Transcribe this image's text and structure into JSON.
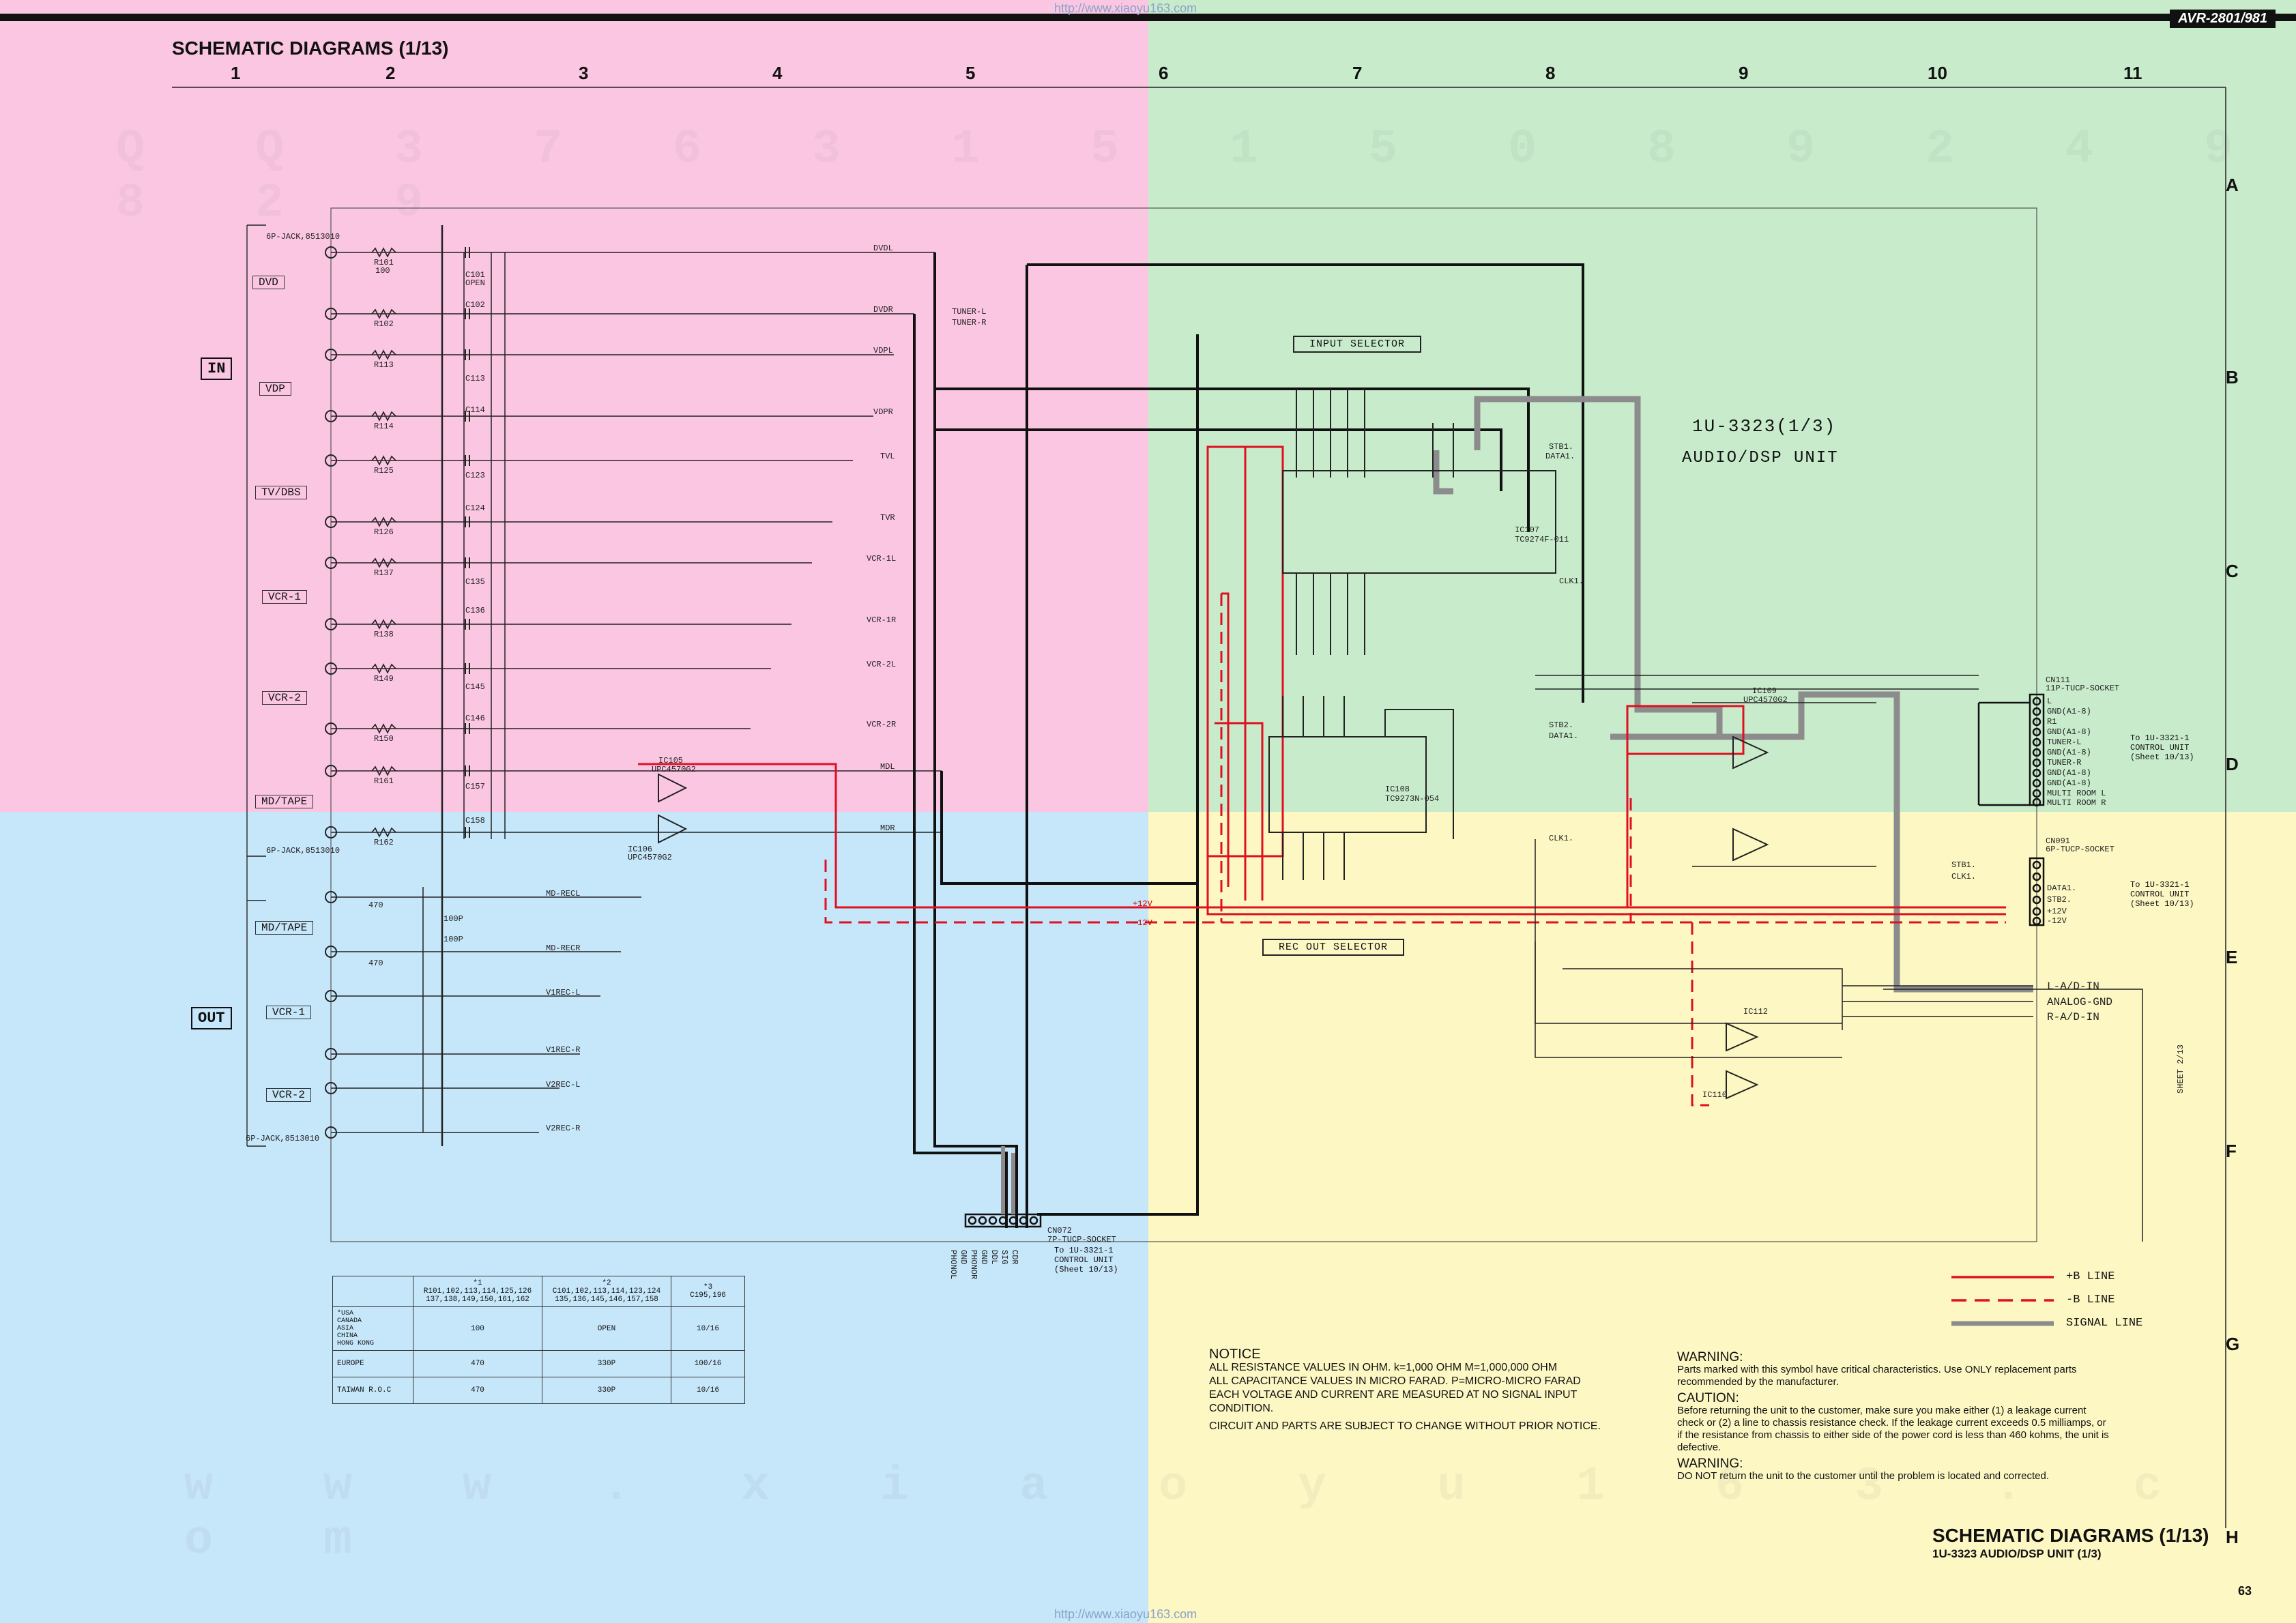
{
  "colors": {
    "top_left_bg": "#fbc6e2",
    "top_right_bg": "#c8ebcc",
    "bottom_left_bg": "#c6e6fa",
    "bottom_right_bg": "#fcf7c3",
    "b_line": "#e01020",
    "signal_line": "#8c8c8c"
  },
  "header": {
    "model": "AVR-2801/981",
    "url_top": "http://www.xiaoyu163.com",
    "url_bottom": "http://www.xiaoyu163.com",
    "sheet_title": "SCHEMATIC DIAGRAMS  (1/13)"
  },
  "grid": {
    "columns": [
      "1",
      "2",
      "3",
      "4",
      "5",
      "6",
      "7",
      "8",
      "9",
      "10",
      "11"
    ],
    "rows": [
      "A",
      "B",
      "C",
      "D",
      "E",
      "F",
      "G",
      "H"
    ]
  },
  "watermark": {
    "line1": "Q Q 3 7 6 3 1 5 1 5 0 8 9 2 4 9 8 2 9",
    "line2": "w w w . x i a o y u 1 6 3 . c o m"
  },
  "io_labels": {
    "in": "IN",
    "out": "OUT",
    "jacks": [
      "DVD",
      "VDP",
      "TV/DBS",
      "VCR-1",
      "VCR-2",
      "MD/TAPE",
      "MD/TAPE",
      "VCR-1",
      "VCR-2"
    ]
  },
  "signals_left": [
    "DVDL",
    "DVDR",
    "VDPL",
    "VDPR",
    "TVL",
    "TVR",
    "VCR-1L",
    "VCR-1R",
    "VCR-2L",
    "VCR-2R",
    "MDL",
    "MDR"
  ],
  "signals_out": [
    "MD-RECL",
    "MD-RECR",
    "V1REC-L",
    "V1REC-R",
    "V2REC-L",
    "V2REC-R"
  ],
  "tuner": [
    "TUNER-L",
    "TUNER-R"
  ],
  "parts": {
    "jk_top": "6P-JACK,8513010",
    "jk_bottom": "6P-JACK,8513010",
    "jk_out": "6P-JACK,8513010",
    "ic105": "IC105",
    "ic105_part": "UPC4570G2",
    "ic106": "IC106",
    "ic106_part": "UPC4570G2",
    "ic107": "IC107",
    "ic107_part": "TC9274F-011",
    "ic108": "IC108",
    "ic108_part": "TC9273N-054",
    "ic109": "IC109",
    "ic109_part": "UPC4570G2",
    "ic112": "IC112",
    "ic110": "IC110",
    "cn111": "CN111",
    "cn111_type": "11P-TUCP-SOCKET",
    "cn091": "CN091",
    "cn091_type": "6P-TUCP-SOCKET",
    "cn072": "CN072",
    "cn072_type": "7P-TUCP-SOCKET",
    "plus12": "+12V",
    "minus12": "-12V"
  },
  "resistor_labels": [
    "R101",
    "R102",
    "R113",
    "R114",
    "R125",
    "R126",
    "R137",
    "R138",
    "R149",
    "R150",
    "R161",
    "R162"
  ],
  "cap_labels": [
    "C101",
    "C102",
    "C113",
    "C114",
    "C123",
    "C124",
    "C135",
    "C136",
    "C145",
    "C146",
    "C157",
    "C158"
  ],
  "value_100": "100",
  "value_open": "OPEN",
  "value_470": "470",
  "value_100p": "100P",
  "selectors": {
    "input": "INPUT SELECTOR",
    "rec_out": "REC OUT SELECTOR"
  },
  "unit": {
    "name": "1U-3323(1/3)",
    "desc": "AUDIO/DSP UNIT",
    "sheet_ref": "SHEET 2/13"
  },
  "stb_lines": [
    "STB1.",
    "DATA1.",
    "STB2.",
    "DATA1.",
    "CLK1.",
    "CLK1."
  ],
  "cn111_pins": [
    "L",
    "GND(A1-8)",
    "R1",
    "GND(A1-8)",
    "TUNER-L",
    "GND(A1-8)",
    "TUNER-R",
    "GND(A1-8)",
    "GND(A1-8)",
    "MULTI ROOM L",
    "MULTI ROOM R"
  ],
  "cn091_pins": [
    "STB1.",
    "CLK1.",
    "DATA1.",
    "STB2.",
    "+12V",
    "-12V"
  ],
  "cn072_pins": [
    "PHONOL",
    "GND",
    "PHONOR",
    "GND",
    "DDL",
    "SIG",
    "CDR"
  ],
  "control_refs": [
    "To 1U-3321-1\nCONTROL UNIT\n(Sheet 10/13)",
    "To 1U-3321-1\nCONTROL UNIT\n(Sheet 10/13)",
    "To 1U-3321-1\nCONTROL UNIT\n(Sheet 10/13)"
  ],
  "ad_lines": [
    "L-A/D-IN",
    "ANALOG-GND",
    "R-A/D-IN"
  ],
  "variant_table": {
    "headers": [
      "",
      "*1\nR101,102,113,114,125,126\n137,138,149,150,161,162",
      "*2\nC101,102,113,114,123,124\n135,136,145,146,157,158",
      "*3\nC195,196"
    ],
    "rows": [
      [
        "*USA\nCANADA\nASIA\nCHINA\nHONG KONG",
        "100",
        "OPEN",
        "10/16"
      ],
      [
        "EUROPE",
        "470",
        "330P",
        "100/16"
      ],
      [
        "TAIWAN R.O.C",
        "470",
        "330P",
        "10/16"
      ]
    ]
  },
  "notice": {
    "title": "NOTICE",
    "lines": [
      "ALL RESISTANCE VALUES IN OHM. k=1,000 OHM M=1,000,000 OHM",
      "ALL CAPACITANCE VALUES IN MICRO FARAD. P=MICRO-MICRO FARAD",
      "EACH VOLTAGE AND CURRENT ARE MEASURED AT NO SIGNAL INPUT CONDITION.",
      "CIRCUIT AND PARTS ARE SUBJECT TO CHANGE WITHOUT PRIOR NOTICE."
    ]
  },
  "warnings": {
    "w1_title": "WARNING:",
    "w1_text": "Parts marked with this symbol have critical characteristics. Use ONLY replacement parts recommended by the manufacturer.",
    "caution_title": "CAUTION:",
    "caution_text": "Before returning the unit to the customer, make sure you make either (1) a leakage current check or (2) a line to chassis resistance check. If the leakage current exceeds 0.5 milliamps, or if the resistance from chassis to either side of the power cord is less than 460 kohms, the unit is defective.",
    "w2_title": "WARNING:",
    "w2_text": "DO NOT return the unit to the customer until the problem is located and corrected."
  },
  "legend": {
    "b_plus": "+B LINE",
    "b_minus": "-B LINE",
    "signal": "SIGNAL LINE"
  },
  "footer": {
    "title": "SCHEMATIC DIAGRAMS  (1/13)",
    "subtitle": "1U-3323 AUDIO/DSP UNIT (1/3)",
    "page": "63"
  }
}
